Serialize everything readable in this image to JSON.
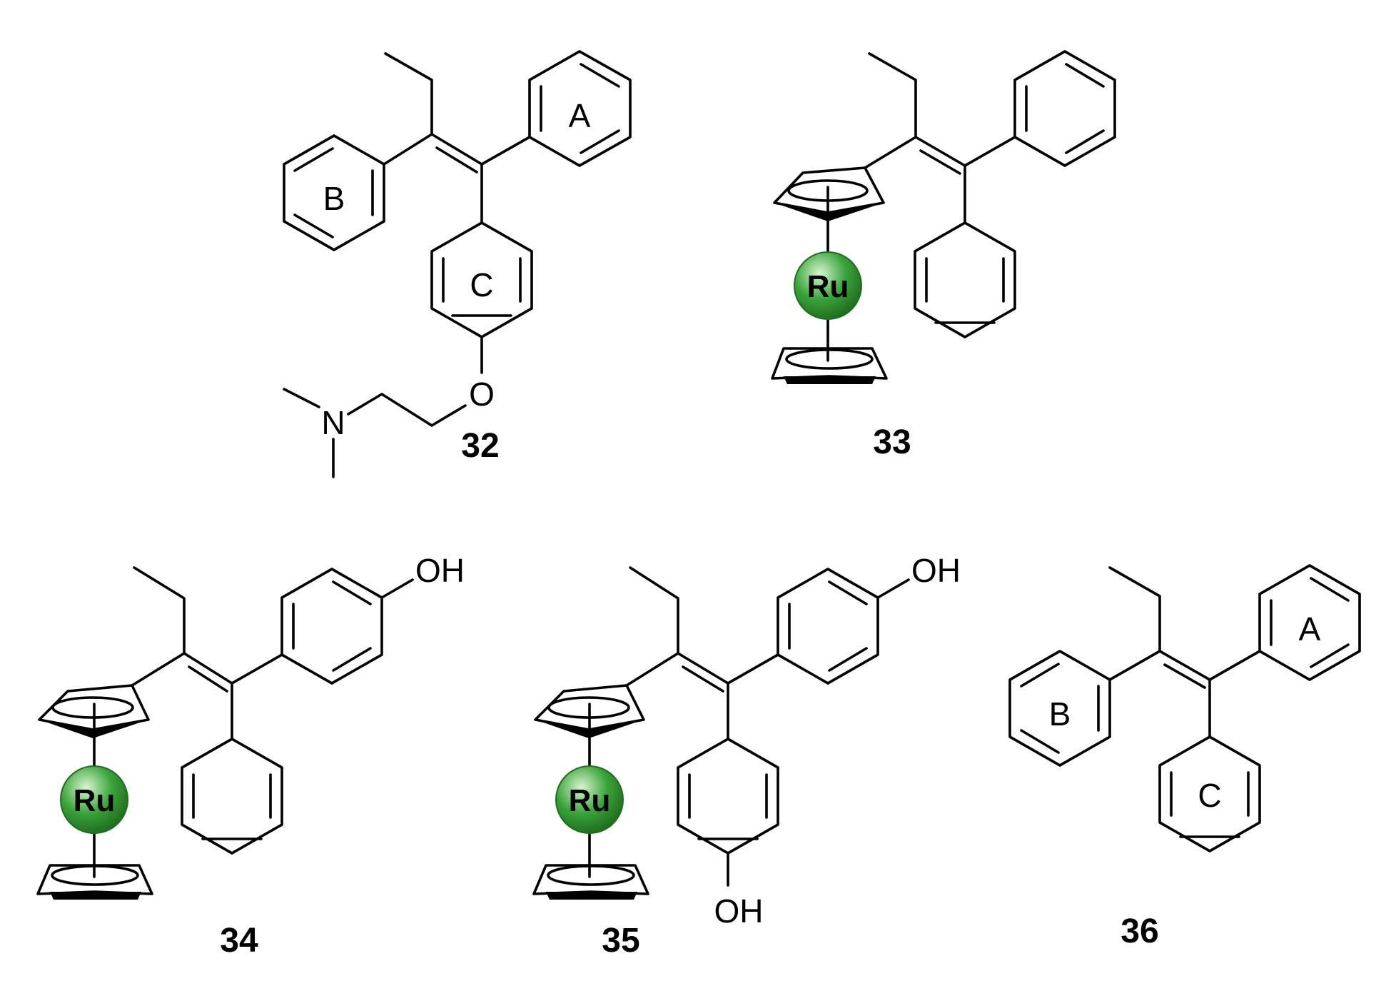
{
  "colors": {
    "ruthenium_sphere": "#3aa33a",
    "ruthenium_highlight": "#d8f5d0",
    "bond": "#000000"
  },
  "compounds": [
    {
      "number": "32",
      "ring_labels": [
        "A",
        "B",
        "C"
      ],
      "atoms": [
        "O",
        "N"
      ]
    },
    {
      "number": "33",
      "metal": "Ru"
    },
    {
      "number": "34",
      "metal": "Ru",
      "groups": [
        "OH"
      ]
    },
    {
      "number": "35",
      "metal": "Ru",
      "groups": [
        "OH",
        "OH"
      ]
    },
    {
      "number": "36",
      "ring_labels": [
        "A",
        "B",
        "C"
      ]
    }
  ]
}
